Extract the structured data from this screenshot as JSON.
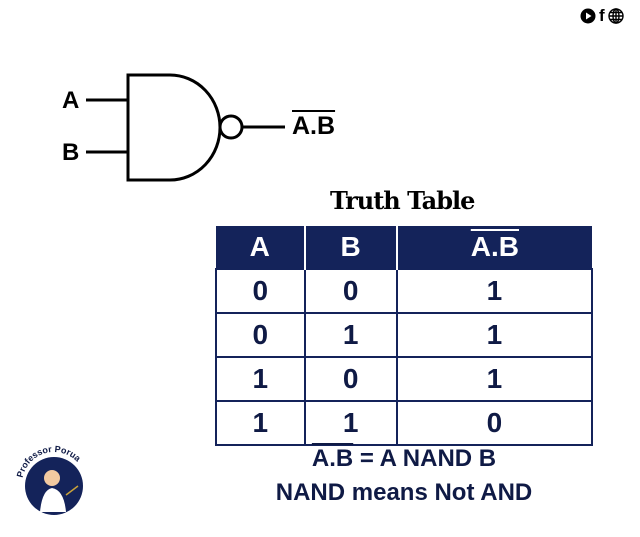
{
  "social_icons": [
    "play-icon",
    "facebook-icon",
    "globe-icon"
  ],
  "gate": {
    "input_a": "A",
    "input_b": "B",
    "output": "A.B"
  },
  "table": {
    "title": "Truth Table",
    "headers": [
      "A",
      "B",
      "A.B"
    ],
    "rows": [
      [
        "0",
        "0",
        "1"
      ],
      [
        "0",
        "1",
        "1"
      ],
      [
        "1",
        "0",
        "1"
      ],
      [
        "1",
        "1",
        "0"
      ]
    ]
  },
  "caption": {
    "expr": "A.B",
    "rest": " = A NAND B",
    "line2": "NAND means Not AND"
  },
  "logo": {
    "text": "Professor Porua"
  },
  "colors": {
    "navy": "#14235a"
  }
}
